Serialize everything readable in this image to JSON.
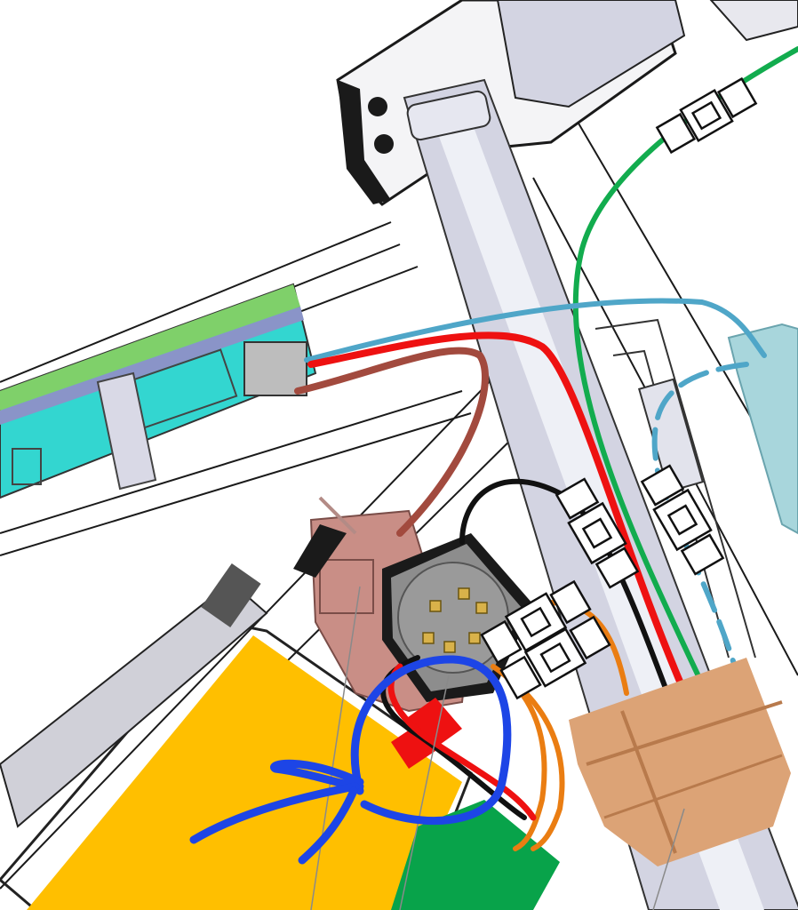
{
  "colors": {
    "background": "#ffffff",
    "frame_line": "#1a1a1a",
    "frame_fill": "#f4f4f6",
    "tube_steel": "#d3d4e2",
    "tube_highlight": "#eef0f6",
    "down_tube_shell": "#33d6d0",
    "down_tube_green_strip": "#7fd06a",
    "battery_yellow": "#ffbf00",
    "controller_pink": "#c98e86",
    "motor_gray": "#8d8d8d",
    "motor_pin_gold": "#d9b24a",
    "junction_tan": "#dca376",
    "wire_green": "#12ac4e",
    "wire_light_blue": "#4fa6c8",
    "wire_red": "#ee1111",
    "wire_brown": "#a24a3e",
    "wire_black": "#111111",
    "wire_orange": "#ea7d12",
    "wire_blue_marker": "#1d45e6",
    "connector_white": "#ffffff",
    "green_board": "#08a34a",
    "red_block": "#ee1111",
    "display_panel": "#a8d6dc"
  },
  "components": [
    "head-tube",
    "top-tube-mount",
    "down-tube",
    "battery-pack",
    "motor-controller",
    "motor-connector",
    "junction-box",
    "circuit-board",
    "display-unit"
  ],
  "wires": [
    "green-wire",
    "light-blue-wire",
    "red-wire",
    "brown-wire",
    "black-wire",
    "orange-wire",
    "blue-hand-drawn-loop"
  ],
  "icons": [
    "connector-icon",
    "motor-pin-icon"
  ]
}
